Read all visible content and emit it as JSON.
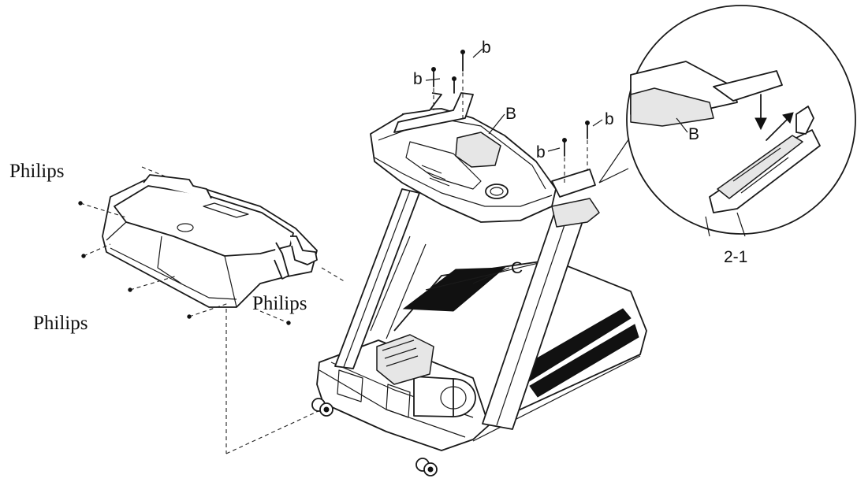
{
  "labels": {
    "philips_top_left": "Philips",
    "philips_bottom_left": "Philips",
    "philips_center": "Philips",
    "screw_b_1": "b",
    "screw_b_2": "b",
    "screw_b_3": "b",
    "screw_b_4": "b",
    "part_b_main": "B",
    "part_b_detail": "B",
    "part_c": "C",
    "detail_step": "2-1"
  },
  "colors": {
    "line": "#1a1a1a",
    "belt": "#111111",
    "panel_fill": "#e6e6e6",
    "background": "#ffffff"
  }
}
